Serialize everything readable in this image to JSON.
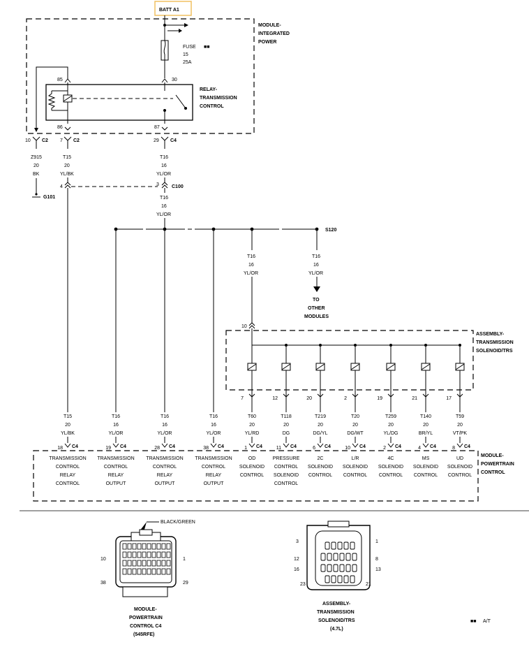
{
  "batt": "BATT A1",
  "fuse": {
    "name": "FUSE",
    "number": "15",
    "rating": "25A",
    "marker": "■■"
  },
  "power_module": [
    "MODULE-",
    "INTEGRATED",
    "POWER"
  ],
  "relay": {
    "label": [
      "RELAY-",
      "TRANSMISSION",
      "CONTROL"
    ],
    "pin85": "85",
    "pin30": "30",
    "pin86": "86",
    "pin87": "87"
  },
  "connectors": {
    "c2": "C2",
    "c4": "C4",
    "c100": "C100"
  },
  "left_branch": {
    "pin": "10",
    "wire": [
      "Z915",
      "20",
      "BK"
    ],
    "ground": "G101"
  },
  "relay_output_branch": {
    "pin": "7",
    "wire": [
      "T15",
      "20",
      "YL/BK"
    ],
    "c100_pin": "4"
  },
  "power_branch": {
    "pin": "29",
    "wire_top": [
      "T16",
      "16",
      "YL/OR"
    ],
    "c100_pin": "3",
    "wire_mid": [
      "T16",
      "16",
      "YL/OR"
    ]
  },
  "splice": "S120",
  "solenoid_feed": [
    "T16",
    "16",
    "YL/OR"
  ],
  "other_modules": {
    "wire": [
      "T16",
      "16",
      "YL/OR"
    ],
    "label": [
      "TO",
      "OTHER",
      "MODULES"
    ]
  },
  "solenoid_assembly": {
    "label": [
      "ASSEMBLY-",
      "TRANSMISSION",
      "SOLENOID/TRS"
    ],
    "feed_pin": "10"
  },
  "solenoid_pins": [
    "7",
    "12",
    "20",
    "2",
    "19",
    "21",
    "17"
  ],
  "pcm_wires": [
    {
      "circuit": "T15",
      "gauge": "20",
      "color": "YL/BK",
      "pin": "18"
    },
    {
      "circuit": "T16",
      "gauge": "16",
      "color": "YL/OR",
      "pin": "19"
    },
    {
      "circuit": "T16",
      "gauge": "16",
      "color": "YL/OR",
      "pin": "28"
    },
    {
      "circuit": "T16",
      "gauge": "16",
      "color": "YL/OR",
      "pin": "38"
    },
    {
      "circuit": "T60",
      "gauge": "20",
      "color": "YL/RD",
      "pin": "1"
    },
    {
      "circuit": "T118",
      "gauge": "20",
      "color": "DG",
      "pin": "11"
    },
    {
      "circuit": "T219",
      "gauge": "20",
      "color": "DG/YL",
      "pin": "6"
    },
    {
      "circuit": "T20",
      "gauge": "20",
      "color": "DG/WT",
      "pin": "10"
    },
    {
      "circuit": "T259",
      "gauge": "20",
      "color": "YL/DG",
      "pin": "2"
    },
    {
      "circuit": "T140",
      "gauge": "20",
      "color": "BR/YL",
      "pin": "4"
    },
    {
      "circuit": "T59",
      "gauge": "20",
      "color": "VT/PK",
      "pin": "8"
    }
  ],
  "pcm_functions": [
    [
      "TRANSMISSION",
      "CONTROL",
      "RELAY",
      "CONTROL"
    ],
    [
      "TRANSMISSION",
      "CONTROL",
      "RELAY",
      "OUTPUT"
    ],
    [
      "TRANSMISSION",
      "CONTROL",
      "RELAY",
      "OUTPUT"
    ],
    [
      "TRANSMISSION",
      "CONTROL",
      "RELAY",
      "OUTPUT"
    ],
    [
      "OD",
      "SOLENOID",
      "CONTROL"
    ],
    [
      "PRESSURE",
      "CONTROL",
      "SOLENOID",
      "CONTROL"
    ],
    [
      "2C",
      "SOLENOID",
      "CONTROL"
    ],
    [
      "L/R",
      "SOLENOID",
      "CONTROL"
    ],
    [
      "4C",
      "SOLENOID",
      "CONTROL"
    ],
    [
      "MS",
      "SOLENOID",
      "CONTROL"
    ],
    [
      "UD",
      "SOLENOID",
      "CONTROL"
    ]
  ],
  "pcm_module": [
    "MODULE-",
    "POWERTRAIN",
    "CONTROL"
  ],
  "pcm_connector": {
    "callout": "BLACK/GREEN",
    "pins": [
      "10",
      "1",
      "38",
      "29"
    ],
    "caption": [
      "MODULE-",
      "POWERTRAIN",
      "CONTROL C4",
      "(545RFE)"
    ]
  },
  "trs_connector": {
    "pins": [
      "3",
      "1",
      "12",
      "16",
      "8",
      "13",
      "23",
      "21"
    ],
    "caption": [
      "ASSEMBLY-",
      "TRANSMISSION",
      "SOLENOID/TRS",
      "(4.7L)"
    ]
  },
  "footnote": {
    "marker": "■■",
    "text": "A/T"
  }
}
